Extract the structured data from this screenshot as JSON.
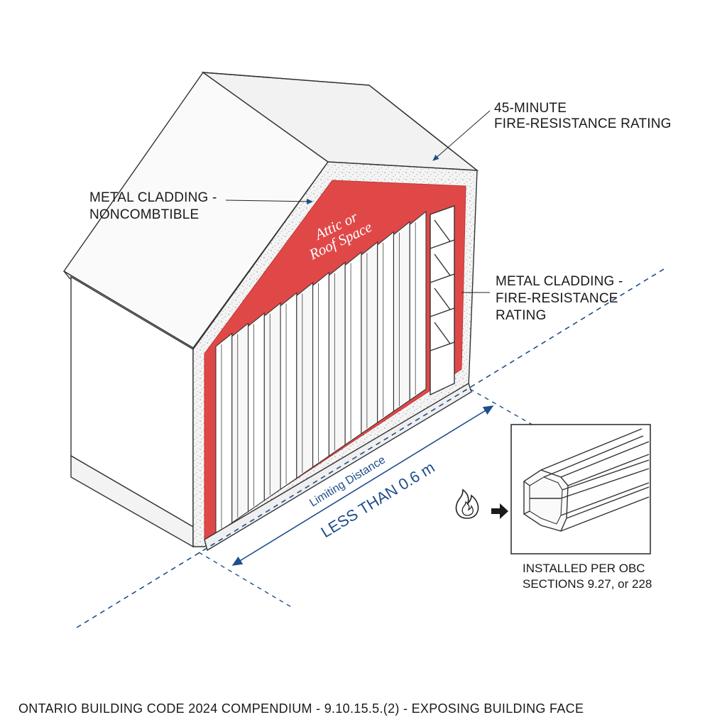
{
  "labels": {
    "rating_line1": "45-MINUTE",
    "rating_line2": "FIRE-RESISTANCE RATING",
    "cladding_nc_line1": "METAL CLADDING -",
    "cladding_nc_line2": "NONCOMBTIBLE",
    "cladding_fr_line1": "METAL CLADDING -",
    "cladding_fr_line2": "FIRE-RESISTANCE",
    "cladding_fr_line3": "RATING",
    "attic_line1": "Attic or",
    "attic_line2": "Roof Space",
    "limiting_distance": "Limiting Distance",
    "less_than": "LESS THAN 0.6 m",
    "installed_line1": "INSTALLED PER OBC",
    "installed_line2": "SECTIONS 9.27, or 228"
  },
  "caption": "ONTARIO BUILDING CODE 2024 COMPENDIUM - 9.10.15.5.(2) - EXPOSING BUILDING FACE",
  "icons": [
    "fire-icon",
    "arrow-right-icon"
  ],
  "colors": {
    "fire_zone": "#e04848",
    "dimension_line": "#1f4e8c",
    "outline": "#333333"
  }
}
